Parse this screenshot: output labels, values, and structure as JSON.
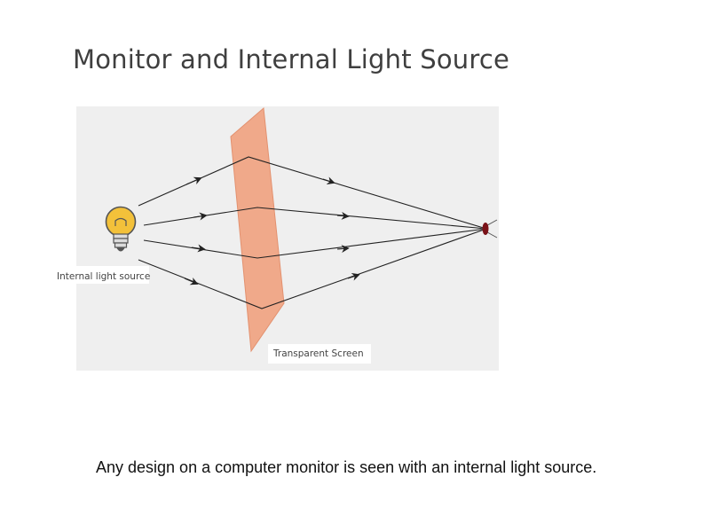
{
  "slide": {
    "title": "Monitor and Internal Light Source",
    "caption": "Any design on a computer monitor is seen with an internal light source."
  },
  "diagram": {
    "source_label": "Internal light source",
    "screen_label": "Transparent Screen",
    "colors": {
      "panel": "#efefef",
      "screen": "#f0a98a",
      "screen_edge": "#e3916f",
      "bulb": "#f3c13a",
      "bulb_outline": "#555555",
      "ray": "#222222",
      "eye_iris": "#7a1218"
    }
  }
}
